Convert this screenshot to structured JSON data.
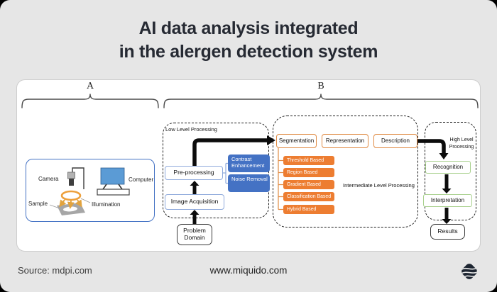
{
  "title": {
    "line1": "AI data analysis integrated",
    "line2": "in the alergen detection system"
  },
  "sections": {
    "a_label": "A",
    "b_label": "B"
  },
  "apparatus": {
    "camera_label": "Camera",
    "computer_label": "Computer",
    "sample_label": "Sample",
    "illumination_label": "Illumination"
  },
  "pipeline": {
    "low_level": {
      "title": "Low Level Processing",
      "image_acquisition": "Image Acquisition",
      "pre_processing": "Pre-processing",
      "contrast_enhancement": "Contrast Enhancement",
      "noise_removal": "Noise Removal"
    },
    "problem_domain": "Problem Domain",
    "intermediate": {
      "title": "Intermediate Level Processing",
      "stages": [
        "Segmentation",
        "Representation",
        "Description"
      ],
      "segmentation_methods": [
        "Threshold Based",
        "Region Based",
        "Gradient Based",
        "Classification Based",
        "Hybrid Based"
      ]
    },
    "high_level": {
      "title": "High Level Processing",
      "recognition": "Recognition",
      "interpretation": "Interpretation"
    },
    "results": "Results"
  },
  "footer": {
    "source": "Source: mdpi.com",
    "website": "www.miquido.com",
    "logo": "miquido-logo"
  },
  "colors": {
    "background": "#E6E6E6",
    "panel": "#FFFFFF",
    "title_text": "#262A33",
    "blue_fill": "#4472C4",
    "blue_border": "#8FAADC",
    "orange": "#ED7D31",
    "green_border": "#A9D18E",
    "monitor_blue": "#5B9BD5",
    "illumination_orange": "#EDA03C"
  }
}
